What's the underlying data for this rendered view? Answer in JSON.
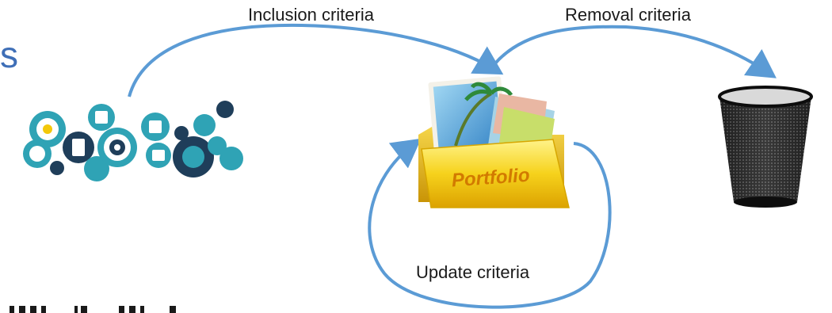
{
  "flow": {
    "inclusion_label": "Inclusion criteria",
    "removal_label": "Removal criteria",
    "update_label": "Update criteria"
  },
  "portfolio": {
    "label": "Portfolio"
  },
  "heading_fragment": "s",
  "colors": {
    "arrow": "#5b9bd5",
    "gear_teal": "#2fa3b5",
    "gear_navy": "#1f3e5a",
    "folder_yellow": "#f3c80a",
    "bin": "#1a1a1a"
  }
}
